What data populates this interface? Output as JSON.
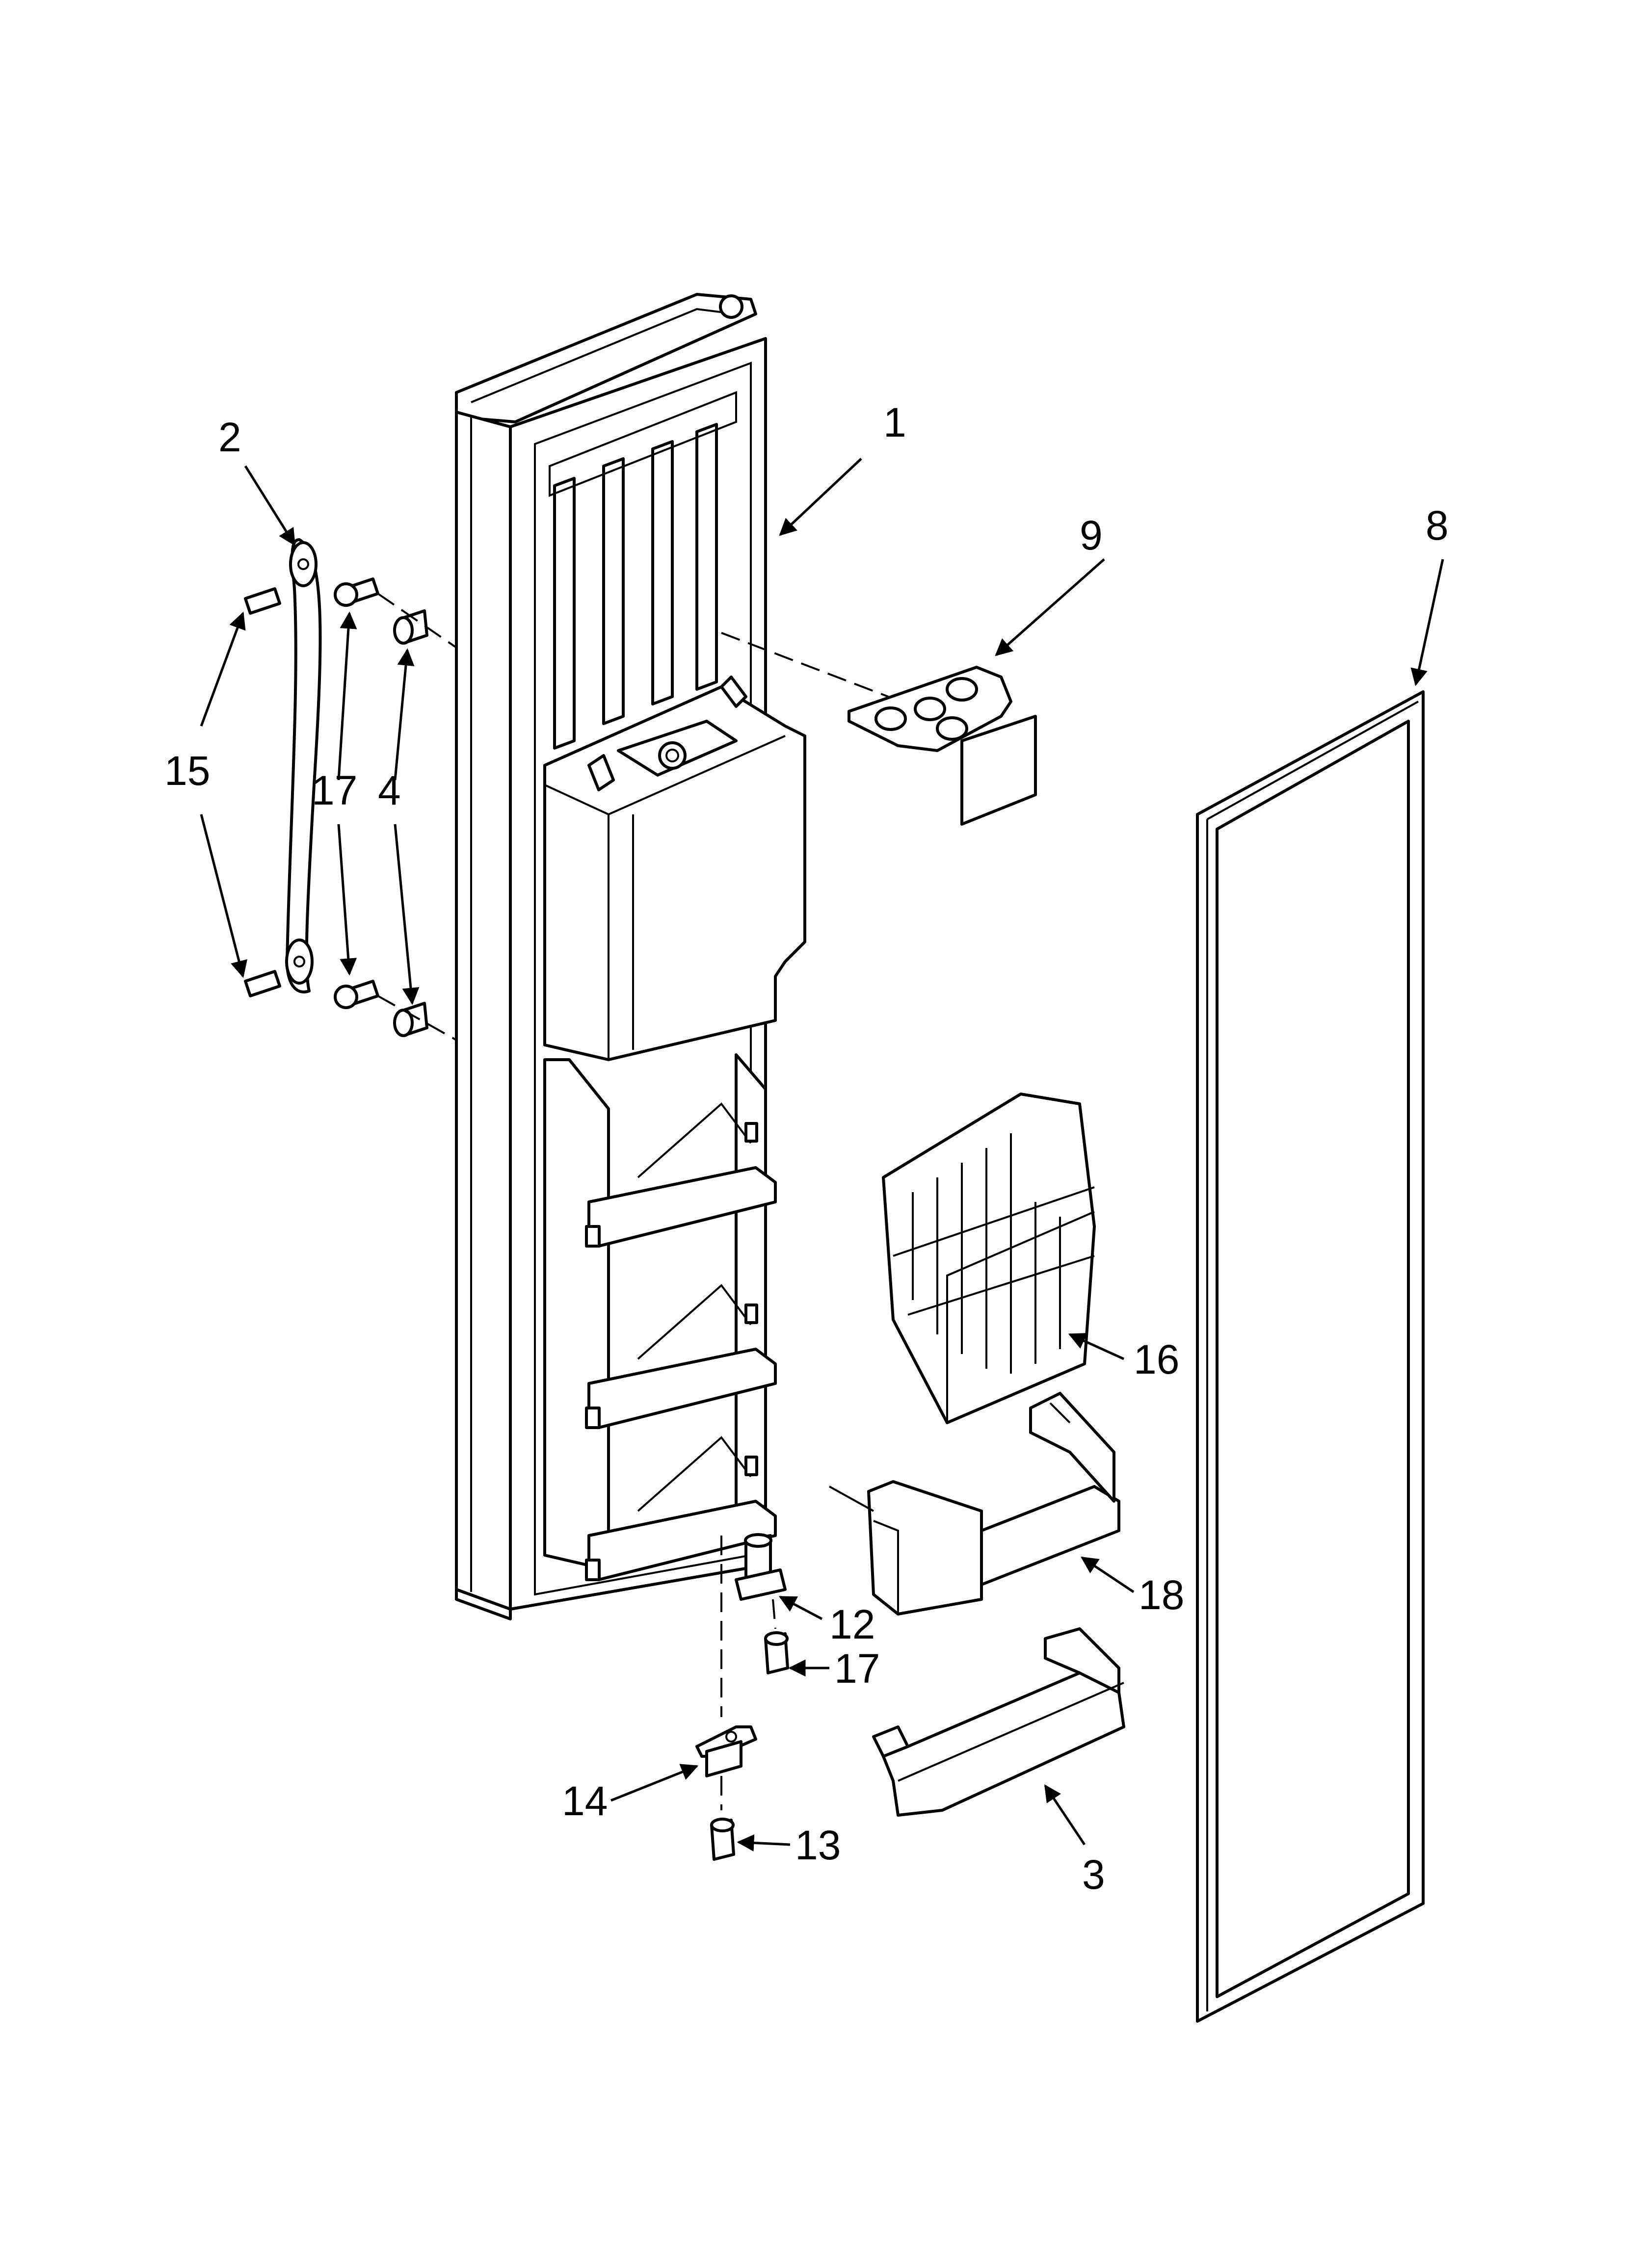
{
  "callouts": {
    "c1": "1",
    "c2": "2",
    "c3": "3",
    "c4": "4",
    "c8": "8",
    "c9": "9",
    "c12": "12",
    "c13": "13",
    "c14": "14",
    "c15": "15",
    "c16": "16",
    "c17_left": "17",
    "c17_lower": "17",
    "c18": "18"
  },
  "colors": {
    "line": "#000000",
    "background": "#ffffff"
  }
}
